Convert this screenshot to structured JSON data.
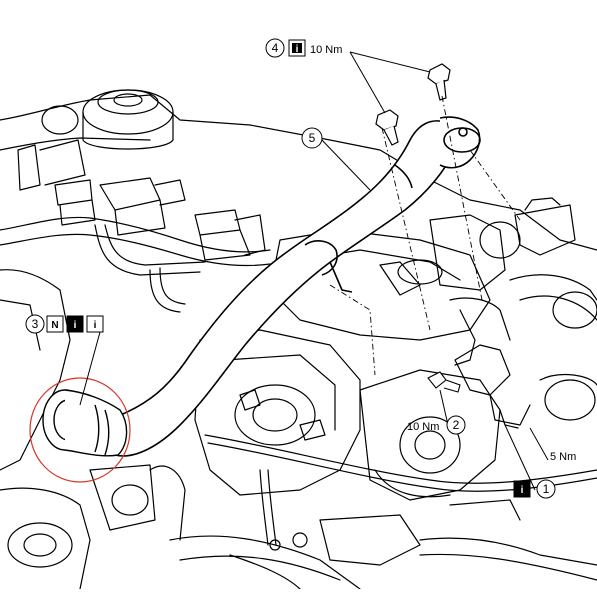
{
  "callouts": [
    {
      "number": "1",
      "badges": [
        "i"
      ],
      "torque": ""
    },
    {
      "number": "2",
      "badges": [],
      "torque": "10 Nm"
    },
    {
      "number": "3",
      "badges": [
        "N",
        "i",
        "i"
      ],
      "torque": ""
    },
    {
      "number": "4",
      "badges": [
        "i"
      ],
      "torque": "10 Nm"
    },
    {
      "number": "5",
      "badges": [],
      "torque": ""
    }
  ],
  "extra_labels": {
    "torque_5nm": "5 Nm"
  },
  "colors": {
    "line": "#000000",
    "highlight_circle": "#d9342b",
    "background": "#ffffff"
  }
}
